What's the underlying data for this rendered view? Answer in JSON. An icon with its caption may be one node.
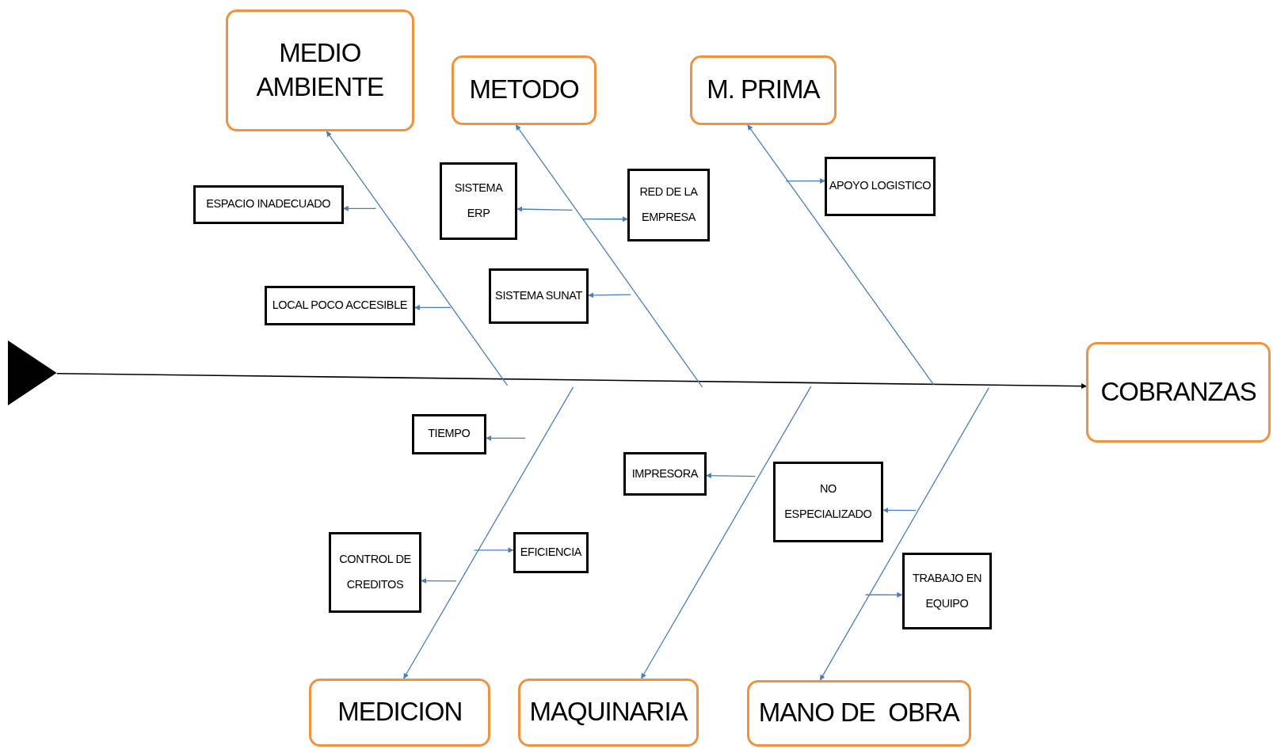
{
  "diagram": {
    "nodes": [
      {
        "text": [
          "MEDIO AMBIENTE"
        ]
      },
      {
        "text": [
          "METODO"
        ]
      },
      {
        "text": [
          "M. PRIMA"
        ]
      },
      {
        "text": [
          "COBRANZAS"
        ]
      },
      {
        "text": [
          "MEDICION"
        ]
      },
      {
        "text": [
          "MAQUINARIA"
        ]
      },
      {
        "text": [
          "MANO DE  OBRA"
        ]
      },
      {
        "text": [
          "ESPACIO INADECUADO"
        ]
      },
      {
        "text": [
          "LOCAL POCO ACCESIBLE"
        ]
      },
      {
        "text": [
          "SISTEMA ERP"
        ]
      },
      {
        "text": [
          "RED DE LA EMPRESA"
        ]
      },
      {
        "text": [
          "SISTEMA SUNAT"
        ]
      },
      {
        "text": [
          "APOYO LOGISTICO"
        ]
      },
      {
        "text": [
          "TIEMPO"
        ]
      },
      {
        "text": [
          "IMPRESORA"
        ]
      },
      {
        "text": [
          "NO ESPECIALIZADO"
        ]
      },
      {
        "text": [
          "CONTROL DE CREDITOS"
        ]
      },
      {
        "text": [
          "EFICIENCIA"
        ]
      },
      {
        "text": [
          "TRABAJO EN EQUIPO"
        ]
      },
      {
        "text": [],
        "shape": "triangle"
      }
    ],
    "edges": [
      {
        "from": 19,
        "to": 3,
        "arrow": "to",
        "color": "#000000"
      },
      {
        "from": null,
        "to": 0,
        "arrow": "to"
      },
      {
        "from": null,
        "to": 1,
        "arrow": "to"
      },
      {
        "from": null,
        "to": 2,
        "arrow": "to"
      },
      {
        "from": null,
        "to": 4,
        "arrow": "to"
      },
      {
        "from": null,
        "to": 5,
        "arrow": "to"
      },
      {
        "from": null,
        "to": 6,
        "arrow": "to"
      },
      {
        "from": null,
        "to": 7,
        "arrow": "to"
      },
      {
        "from": null,
        "to": 8,
        "arrow": "to"
      },
      {
        "from": null,
        "to": 9,
        "arrow": "to"
      },
      {
        "from": null,
        "to": 10,
        "arrow": "to"
      },
      {
        "from": null,
        "to": 11,
        "arrow": "to"
      },
      {
        "from": null,
        "to": 12,
        "arrow": "to"
      },
      {
        "from": null,
        "to": 13,
        "arrow": "to"
      },
      {
        "from": null,
        "to": 14,
        "arrow": "to"
      },
      {
        "from": null,
        "to": 15,
        "arrow": "to"
      },
      {
        "from": null,
        "to": 16,
        "arrow": "to"
      },
      {
        "from": null,
        "to": 17,
        "arrow": "to"
      },
      {
        "from": null,
        "to": 18,
        "arrow": "to"
      }
    ]
  }
}
